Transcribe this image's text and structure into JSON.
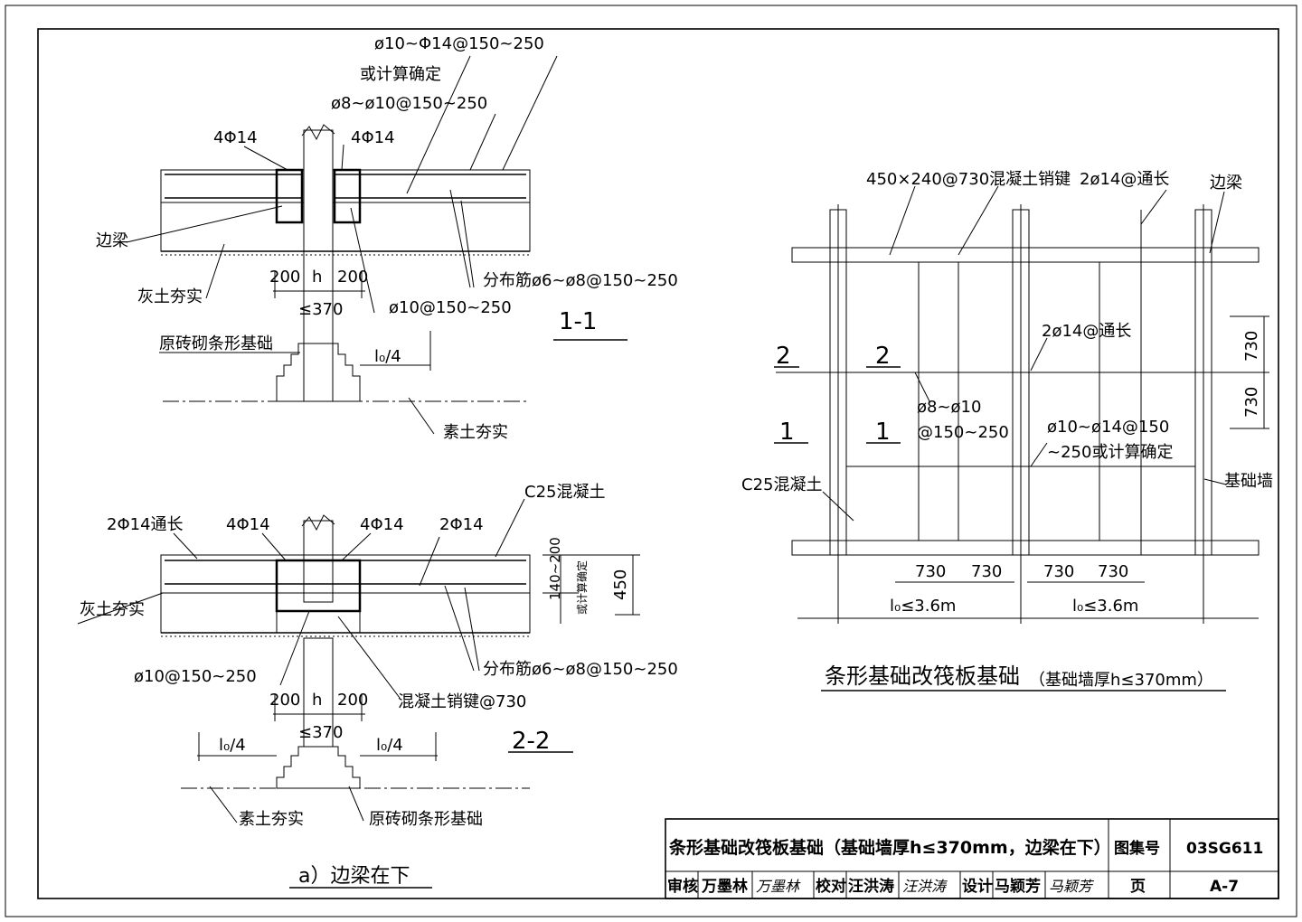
{
  "section_1_1": {
    "lbl_top_rebar": "ø10~Φ14@150~250",
    "lbl_or_calc": "或计算确定",
    "lbl_mid_rebar": "ø8~ø10@150~250",
    "lbl_4phi14_left": "4Φ14",
    "lbl_4phi14_right": "4Φ14",
    "lbl_edge_beam": "边梁",
    "lbl_lime_soil": "灰土夯实",
    "dim_200_left": "200",
    "dim_h": "h",
    "dim_200_right": "200",
    "dim_le370": "≤370",
    "lbl_dist_rebar": "分布筋ø6~ø8@150~250",
    "lbl_bot_rebar": "ø10@150~250",
    "lbl_section": "1-1",
    "lbl_brick_found": "原砖砌条形基础",
    "lbl_l0_4": "l₀/4",
    "lbl_plain_soil": "素土夯实"
  },
  "section_2_2": {
    "lbl_c25": "C25混凝土",
    "lbl_2phi14_through": "2Φ14通长",
    "lbl_4phi14_left": "4Φ14",
    "lbl_4phi14_right": "4Φ14",
    "lbl_2phi14": "2Φ14",
    "dim_140_200": "140~200",
    "dim_or_calc": "或计算确定",
    "dim_450": "450",
    "lbl_lime_soil": "灰土夯实",
    "lbl_rebar_bottom": "ø10@150~250",
    "lbl_dist_rebar": "分布筋ø6~ø8@150~250",
    "dim_200_left": "200",
    "dim_h": "h",
    "dim_200_right": "200",
    "dim_le370": "≤370",
    "lbl_key": "混凝土销键@730",
    "lbl_l0_4_left": "l₀/4",
    "lbl_l0_4_right": "l₀/4",
    "lbl_section": "2-2",
    "lbl_plain_soil": "素土夯实",
    "lbl_brick_found": "原砖砌条形基础"
  },
  "caption_a": "a）边梁在下",
  "plan": {
    "lbl_key": "450×240@730混凝土销键",
    "lbl_2phi14_top": "2ø14@通长",
    "lbl_edge_beam": "边梁",
    "lbl_2phi14_mid": "2ø14@通长",
    "lbl_sec2_left": "2",
    "lbl_sec2_right": "2",
    "lbl_sec1_left": "1",
    "lbl_sec1_right": "1",
    "lbl_rebar_a": "ø8~ø10",
    "lbl_rebar_a2": "@150~250",
    "lbl_rebar_b": "ø10~ø14@150",
    "lbl_rebar_b2": "~250或计算确定",
    "lbl_c25": "C25混凝土",
    "lbl_found_wall": "基础墙",
    "dim_730_v1": "730",
    "dim_730_v2": "730",
    "dim_730_h1": "730",
    "dim_730_h2": "730",
    "dim_730_h3": "730",
    "dim_730_h4": "730",
    "dim_l0_left": "l₀≤3.6m",
    "dim_l0_right": "l₀≤3.6m",
    "title": "条形基础改筏板基础",
    "subtitle": "（基础墙厚h≤370mm）"
  },
  "title_block": {
    "title": "条形基础改筏板基础（基础墙厚h≤370mm，边梁在下）",
    "atlas_label": "图集号",
    "atlas_no": "03SG611",
    "review_label": "审核",
    "review_name": "万墨林",
    "review_sign": "万墨林",
    "check_label": "校对",
    "check_name": "汪洪涛",
    "check_sign": "汪洪涛",
    "design_label": "设计",
    "design_name": "马颖芳",
    "design_sign": "马颖芳",
    "page_label": "页",
    "page_no": "A-7"
  }
}
